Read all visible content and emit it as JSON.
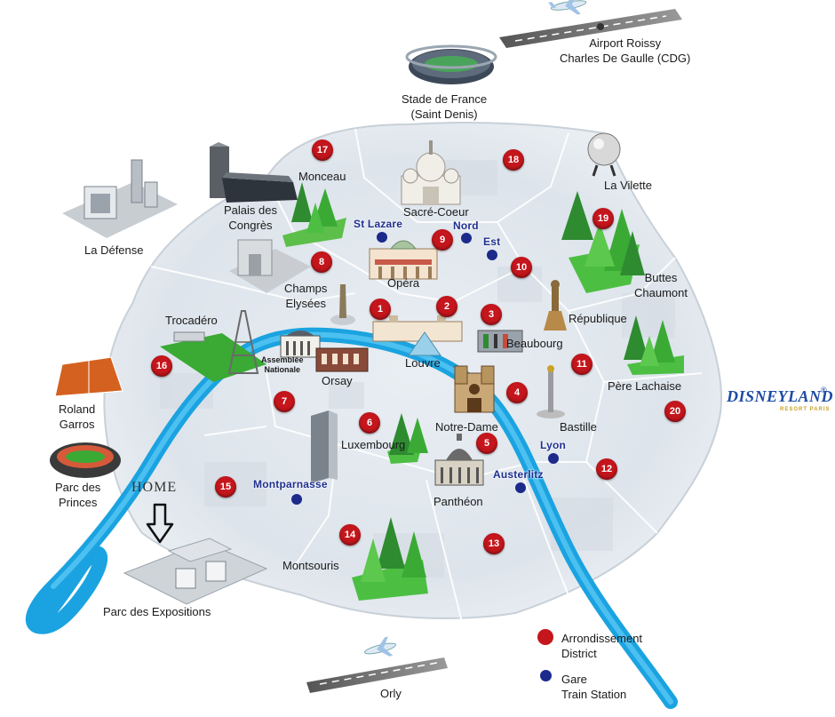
{
  "landmarks": {
    "airport_cdg": "Airport Roissy\nCharles De Gaulle (CDG)",
    "stade_de_france": "Stade de France\n(Saint Denis)",
    "la_defense": "La Défense",
    "palais_congres": "Palais des\nCongrès",
    "monceau": "Monceau",
    "sacre_coeur": "Sacré-Coeur",
    "la_vilette": "La Vilette",
    "opera": "Opéra",
    "champs_elysees": "Champs\nElysées",
    "buttes_chaumont": "Buttes\nChaumont",
    "trocadero": "Trocadéro",
    "republique": "République",
    "beaubourg": "Beaubourg",
    "assemblee": "Assemblée\nNationale",
    "louvre": "Louvre",
    "orsay": "Orsay",
    "pere_lachaise": "Père Lachaise",
    "roland_garros": "Roland\nGarros",
    "notre_dame": "Notre-Dame",
    "bastille": "Bastille",
    "luxembourg": "Luxembourg",
    "parc_princes": "Parc des\nPrinces",
    "pantheon": "Panthéon",
    "montsouris": "Montsouris",
    "parc_expositions": "Parc des Expositions",
    "orly": "Orly",
    "home": "HOME"
  },
  "stations": {
    "st_lazare": "St Lazare",
    "nord": "Nord",
    "est": "Est",
    "lyon": "Lyon",
    "austerlitz": "Austerlitz",
    "montparnasse": "Montparnasse"
  },
  "districts": [
    "1",
    "2",
    "3",
    "4",
    "5",
    "6",
    "7",
    "8",
    "9",
    "10",
    "11",
    "12",
    "13",
    "14",
    "15",
    "16",
    "17",
    "18",
    "19",
    "20"
  ],
  "legend": {
    "arrondissement": "Arrondissement\nDistrict",
    "gare": "Gare\nTrain Station"
  },
  "disney": {
    "name": "DISNEYLAND",
    "sub": "RESORT PARIS",
    "mark": "®"
  },
  "colors": {
    "river": "#1aa3e0",
    "district_marker": "#c4161c",
    "station_marker": "#1c2a8c",
    "park_green": "#3aaa35",
    "disney_blue": "#1c4aa3"
  }
}
